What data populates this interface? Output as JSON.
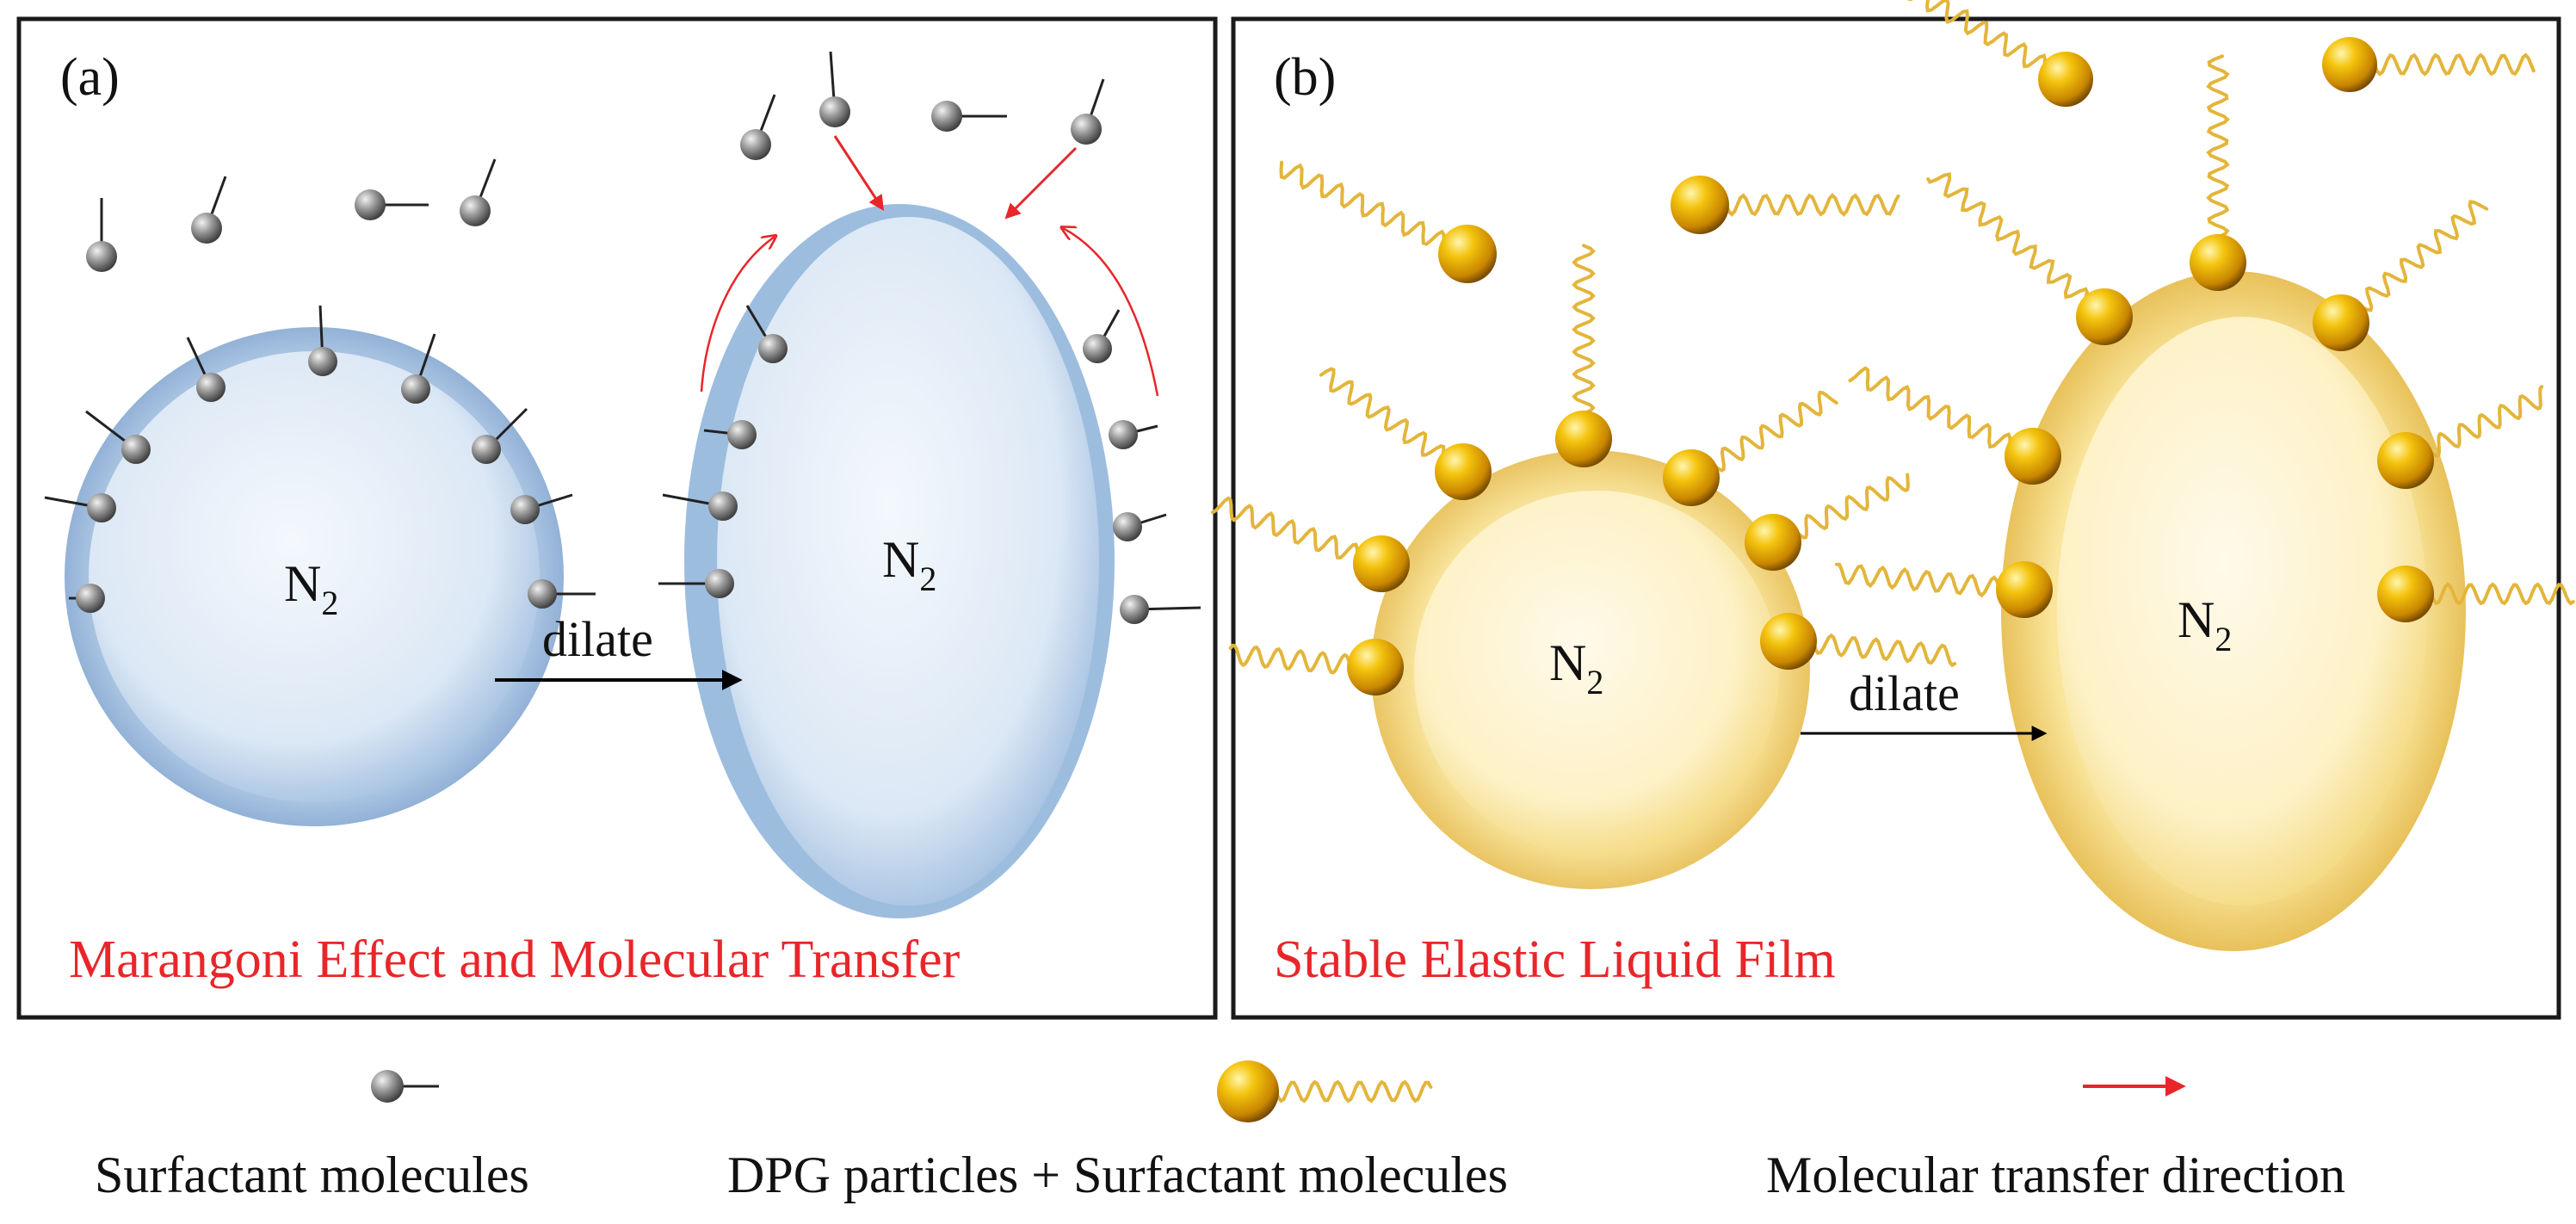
{
  "panel_a": {
    "label": "(a)",
    "gas_before": "N",
    "gas_after": "N",
    "gas_sub": "2",
    "arrow_label": "dilate",
    "caption": "Marangoni Effect and Molecular Transfer"
  },
  "panel_b": {
    "label": "(b)",
    "gas_before": "N",
    "gas_after": "N",
    "gas_sub": "2",
    "arrow_label": "dilate",
    "caption": "Stable Elastic Liquid Film"
  },
  "legend": {
    "surfactant": "Surfactant molecules",
    "dpg": "DPG particles + Surfactant molecules",
    "transfer": "Molecular  transfer direction"
  },
  "colors": {
    "caption": "#e8262a",
    "bubble_blue": "#c9dcef",
    "bubble_yellow": "#fbe9a8",
    "gold": "#f0b400",
    "transfer_arrow": "#e8262a"
  }
}
